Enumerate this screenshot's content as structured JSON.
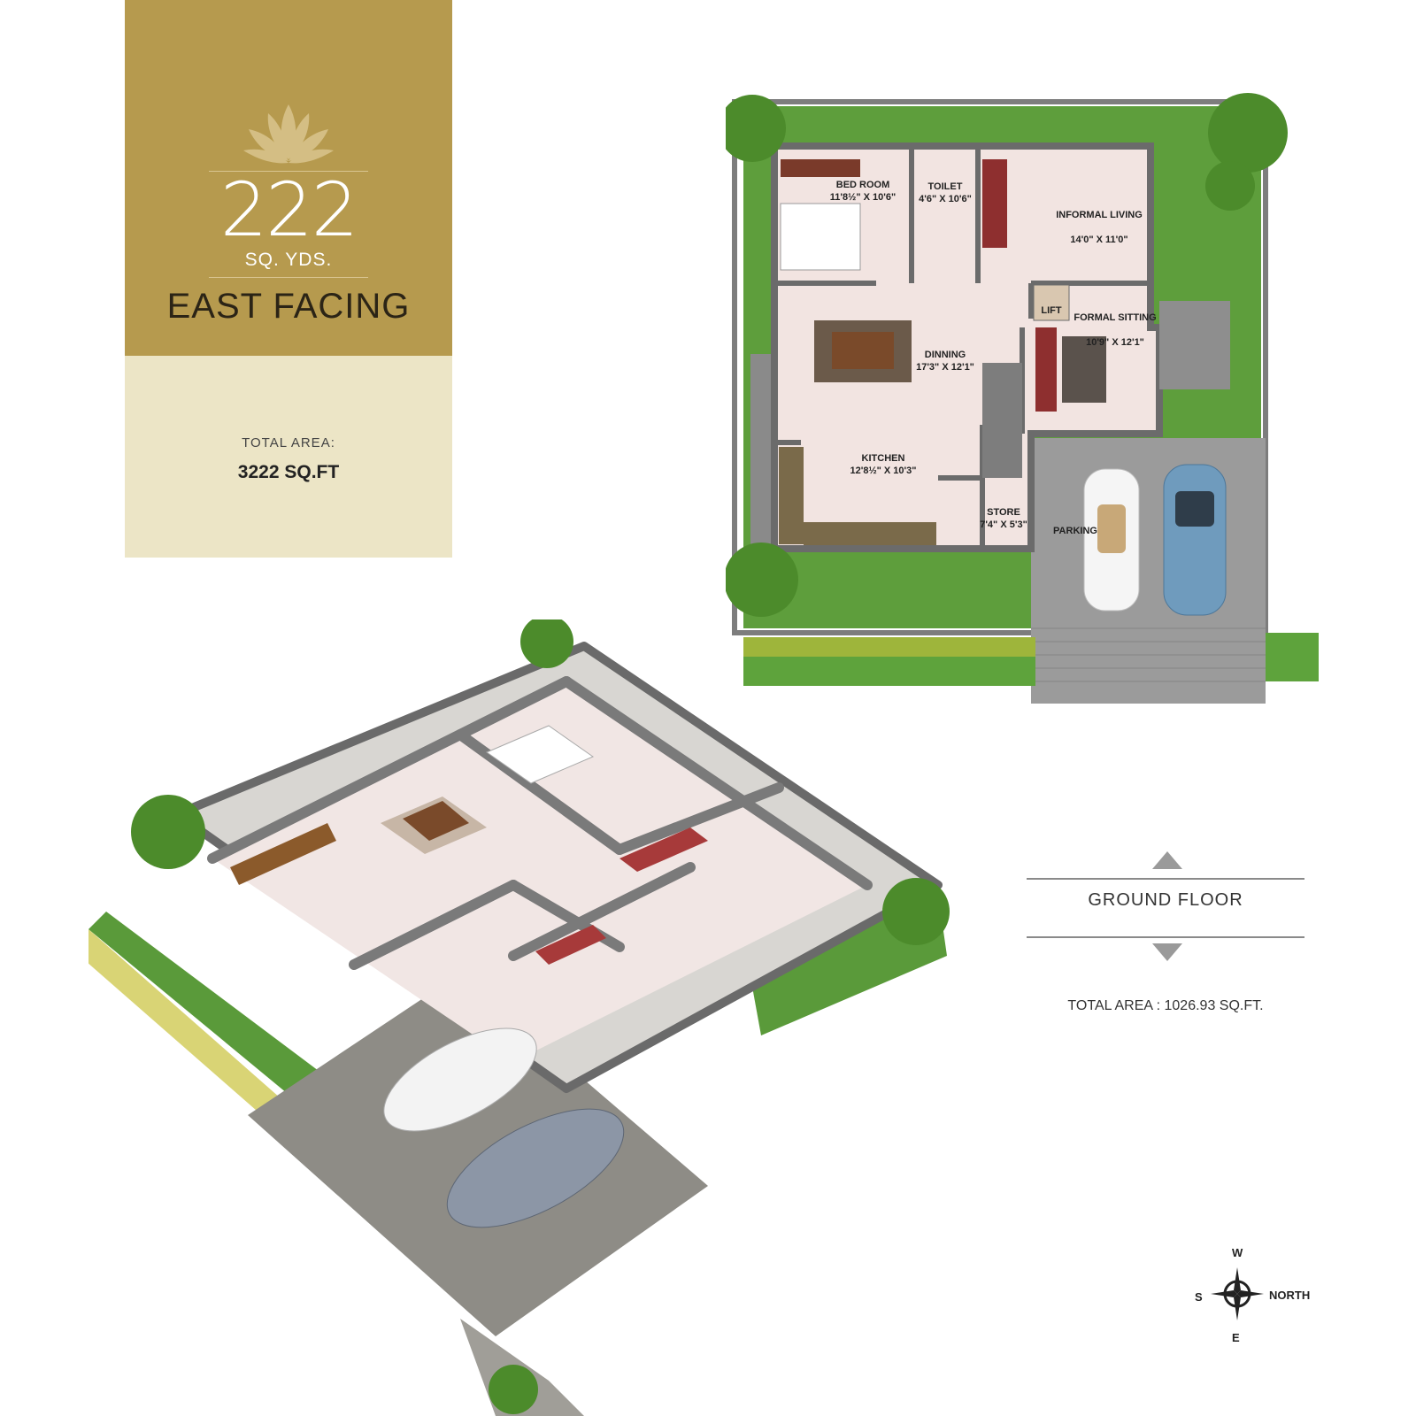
{
  "info": {
    "size_number": "222",
    "size_unit": "SQ. YDS.",
    "facing": "EAST FACING",
    "total_area_label": "TOTAL AREA:",
    "total_area_value": "3222 SQ.FT"
  },
  "floor": {
    "name": "GROUND FLOOR",
    "total_area": "TOTAL AREA : 1026.93 SQ.FT."
  },
  "plan": {
    "rooms": [
      {
        "name": "BED ROOM",
        "dims": "11'8½\" X 10'6\""
      },
      {
        "name": "TOILET",
        "dims": "4'6\" X 10'6\""
      },
      {
        "name": "INFORMAL LIVING",
        "dims": "14'0\" X 11'0\""
      },
      {
        "name": "LIFT",
        "dims": ""
      },
      {
        "name": "FORMAL SITTING",
        "dims": "10'9\" X 12'1\""
      },
      {
        "name": "DINNING",
        "dims": "17'3\" X 12'1\""
      },
      {
        "name": "KITCHEN",
        "dims": "12'8½\" X 10'3\""
      },
      {
        "name": "STORE",
        "dims": "7'4\" X 5'3\""
      },
      {
        "name": "PARKING",
        "dims": ""
      }
    ]
  },
  "compass": {
    "top": "W",
    "left": "S",
    "right": "NORTH",
    "bottom": "E"
  },
  "colors": {
    "gold": "#b69a4e",
    "cream": "#ece5c6",
    "lawn": "#5a9a3a",
    "floor_tile": "#f3e6e4",
    "wall": "#6e6e6e"
  }
}
